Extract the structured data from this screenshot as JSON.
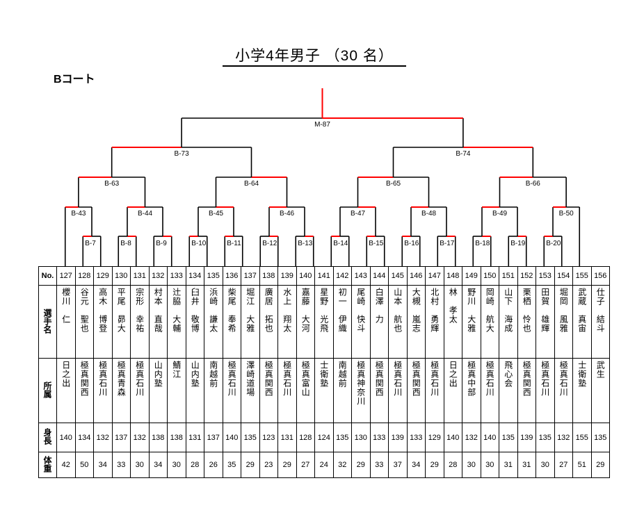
{
  "title": "小学4年男子 （30 名）",
  "court": "Bコート",
  "headers": {
    "no": "No.",
    "name": "選手名",
    "affiliation": "所属",
    "height": "身長",
    "weight": "体重"
  },
  "colors": {
    "win": "#ff0000",
    "line": "#000000"
  },
  "players": [
    {
      "no": "127",
      "name": "櫻川　仁",
      "aff": "日之出",
      "height": "140",
      "weight": "42"
    },
    {
      "no": "128",
      "name": "谷元　聖也",
      "aff": "極真関西",
      "height": "134",
      "weight": "50"
    },
    {
      "no": "129",
      "name": "高木　博登",
      "aff": "極真石川",
      "height": "132",
      "weight": "34"
    },
    {
      "no": "130",
      "name": "平尾　昴大",
      "aff": "極真青森",
      "height": "137",
      "weight": "33"
    },
    {
      "no": "131",
      "name": "宗形　幸祐",
      "aff": "極真石川",
      "height": "132",
      "weight": "30"
    },
    {
      "no": "132",
      "name": "村本　直哉",
      "aff": "山内塾",
      "height": "138",
      "weight": "34"
    },
    {
      "no": "133",
      "name": "辻脇　大輔",
      "aff": "鯖江",
      "height": "138",
      "weight": "30"
    },
    {
      "no": "134",
      "name": "臼井　敬博",
      "aff": "山内塾",
      "height": "131",
      "weight": "28"
    },
    {
      "no": "135",
      "name": "浜崎　謙太",
      "aff": "南越前",
      "height": "137",
      "weight": "26"
    },
    {
      "no": "136",
      "name": "柴尾　奉希",
      "aff": "極真石川",
      "height": "140",
      "weight": "35"
    },
    {
      "no": "137",
      "name": "堀江　大雅",
      "aff": "澤崎道場",
      "height": "135",
      "weight": "29"
    },
    {
      "no": "138",
      "name": "廣居　拓也",
      "aff": "極真関西",
      "height": "123",
      "weight": "23"
    },
    {
      "no": "139",
      "name": "水上　翔太",
      "aff": "極真石川",
      "height": "131",
      "weight": "29"
    },
    {
      "no": "140",
      "name": "嘉藤　大河",
      "aff": "極真富山",
      "height": "128",
      "weight": "27"
    },
    {
      "no": "141",
      "name": "星野　光飛",
      "aff": "士衛塾",
      "height": "124",
      "weight": "24"
    },
    {
      "no": "142",
      "name": "初一　伊織",
      "aff": "南越前",
      "height": "135",
      "weight": "32"
    },
    {
      "no": "143",
      "name": "尾崎　快斗",
      "aff": "極真神奈川",
      "height": "130",
      "weight": "29"
    },
    {
      "no": "144",
      "name": "白澤　力",
      "aff": "極真関西",
      "height": "133",
      "weight": "33"
    },
    {
      "no": "145",
      "name": "山本　航也",
      "aff": "極真石川",
      "height": "139",
      "weight": "37"
    },
    {
      "no": "146",
      "name": "大槻　嵐志",
      "aff": "極真関西",
      "height": "133",
      "weight": "34"
    },
    {
      "no": "147",
      "name": "北村　勇輝",
      "aff": "極真石川",
      "height": "129",
      "weight": "29"
    },
    {
      "no": "148",
      "name": "林　孝太",
      "aff": "日之出",
      "height": "140",
      "weight": "28"
    },
    {
      "no": "149",
      "name": "野川　大雅",
      "aff": "極真中部",
      "height": "132",
      "weight": "30"
    },
    {
      "no": "150",
      "name": "岡崎　航大",
      "aff": "極真石川",
      "height": "140",
      "weight": "30"
    },
    {
      "no": "151",
      "name": "山下　海成",
      "aff": "飛心会",
      "height": "135",
      "weight": "31"
    },
    {
      "no": "152",
      "name": "栗栖　怜也",
      "aff": "極真関西",
      "height": "139",
      "weight": "31"
    },
    {
      "no": "153",
      "name": "田賀　雄輝",
      "aff": "極真石川",
      "height": "135",
      "weight": "30"
    },
    {
      "no": "154",
      "name": "堀岡　風雅",
      "aff": "極真石川",
      "height": "132",
      "weight": "27"
    },
    {
      "no": "155",
      "name": "武蔵　真宙",
      "aff": "士衛塾",
      "height": "155",
      "weight": "51"
    },
    {
      "no": "156",
      "name": "仕子　結斗",
      "aff": "武生",
      "height": "135",
      "weight": "29"
    }
  ],
  "matches": [
    {
      "label": "B-7",
      "left": "128",
      "right": "129",
      "winner": "L"
    },
    {
      "label": "B-8",
      "left": "130",
      "right": "131",
      "winner": "R"
    },
    {
      "label": "B-9",
      "left": "132",
      "right": "133",
      "winner": "R"
    },
    {
      "label": "B-10",
      "left": "134",
      "right": "135",
      "winner": "L"
    },
    {
      "label": "B-11",
      "left": "136",
      "right": "137",
      "winner": "L"
    },
    {
      "label": "B-12",
      "left": "138",
      "right": "139",
      "winner": "R"
    },
    {
      "label": "B-13",
      "left": "140",
      "right": "141",
      "winner": "R"
    },
    {
      "label": "B-14",
      "left": "142",
      "right": "143",
      "winner": "L"
    },
    {
      "label": "B-15",
      "left": "144",
      "right": "145",
      "winner": "L"
    },
    {
      "label": "B-16",
      "left": "146",
      "right": "147",
      "winner": "L"
    },
    {
      "label": "B-17",
      "left": "148",
      "right": "149",
      "winner": "R"
    },
    {
      "label": "B-18",
      "left": "150",
      "right": "151",
      "winner": "R"
    },
    {
      "label": "B-19",
      "left": "152",
      "right": "153",
      "winner": "R"
    },
    {
      "label": "B-20",
      "left": "154",
      "right": "155",
      "winner": "L"
    },
    {
      "label": "B-43",
      "left": "127",
      "right": "B-7",
      "winner": "L"
    },
    {
      "label": "B-44",
      "left": "B-8",
      "right": "B-9",
      "winner": "L"
    },
    {
      "label": "B-45",
      "left": "B-10",
      "right": "B-11",
      "winner": "R"
    },
    {
      "label": "B-46",
      "left": "B-12",
      "right": "B-13",
      "winner": "L"
    },
    {
      "label": "B-47",
      "left": "B-14",
      "right": "B-15",
      "winner": "R"
    },
    {
      "label": "B-48",
      "left": "B-16",
      "right": "B-17",
      "winner": "L"
    },
    {
      "label": "B-49",
      "left": "B-18",
      "right": "B-19",
      "winner": "L"
    },
    {
      "label": "B-50",
      "left": "B-20",
      "right": "156",
      "winner": "L"
    },
    {
      "label": "B-63",
      "left": "B-43",
      "right": "B-44",
      "winner": "L"
    },
    {
      "label": "B-64",
      "left": "B-45",
      "right": "B-46",
      "winner": "R"
    },
    {
      "label": "B-65",
      "left": "B-47",
      "right": "B-48",
      "winner": "L"
    },
    {
      "label": "B-66",
      "left": "B-49",
      "right": "B-50",
      "winner": "L"
    },
    {
      "label": "B-73",
      "left": "B-63",
      "right": "B-64",
      "winner": "L"
    },
    {
      "label": "B-74",
      "left": "B-65",
      "right": "B-66",
      "winner": "R"
    },
    {
      "label": "M-87",
      "left": "B-73",
      "right": "B-74",
      "winner": "R"
    }
  ]
}
